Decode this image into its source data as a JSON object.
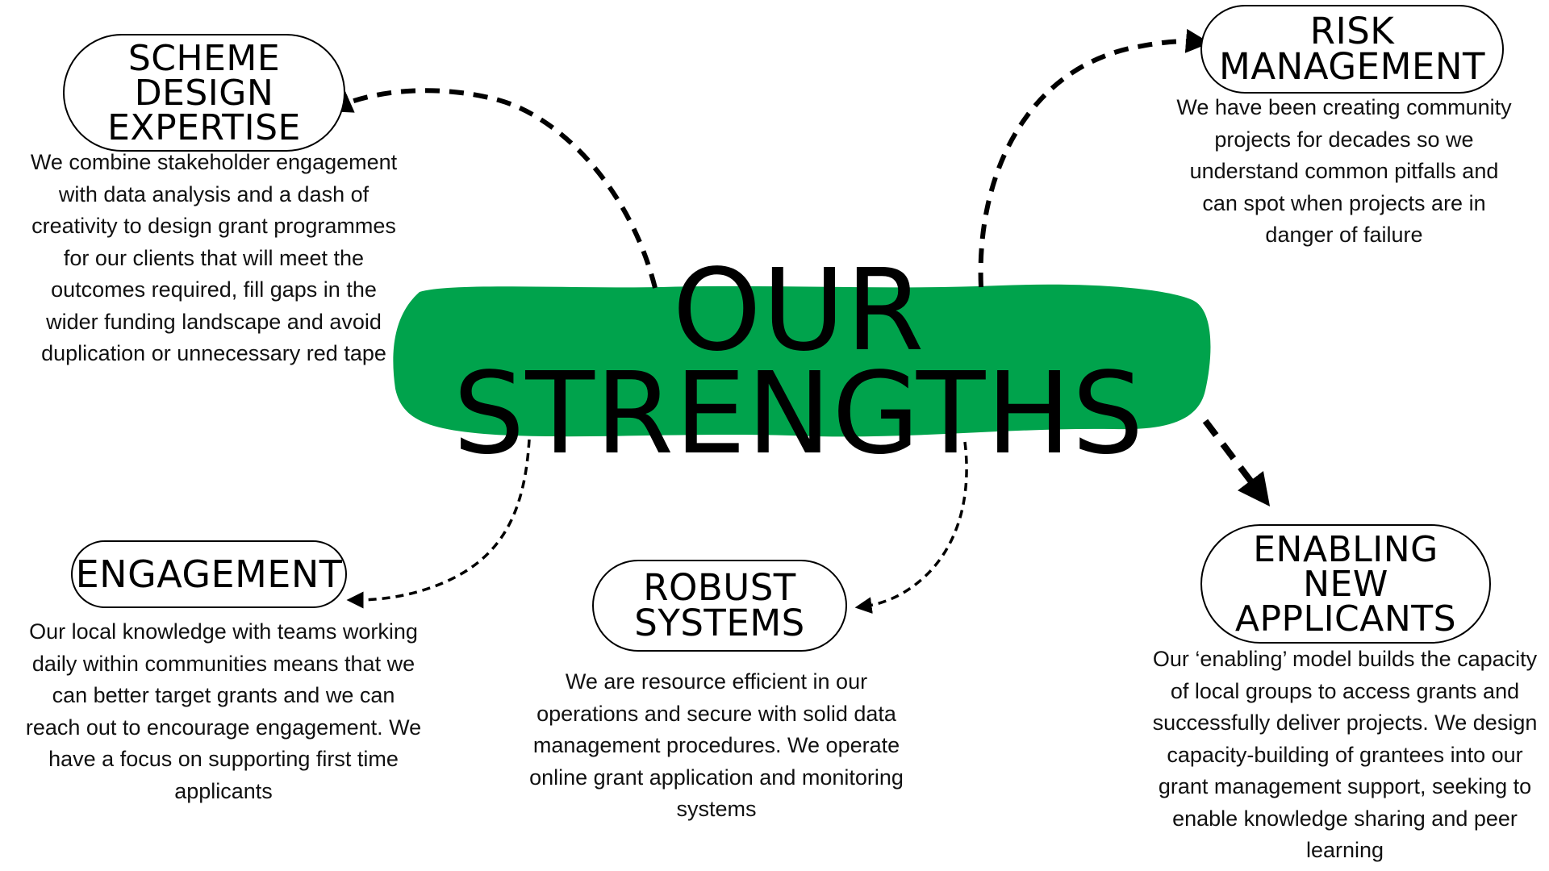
{
  "accent_color": "#00a34c",
  "title_lines": [
    "OUR",
    "STRENGTHS"
  ],
  "nodes": {
    "scheme": {
      "title_lines": [
        "SCHEME",
        "DESIGN",
        "EXPERTISE"
      ],
      "description": "We combine stakeholder engagement with data analysis and a dash of creativity to design grant programmes for our clients that will meet the outcomes required, fill gaps in the wider funding landscape and avoid duplication or unnecessary red tape"
    },
    "risk": {
      "title_lines": [
        "RISK",
        "MANAGEMENT"
      ],
      "description": "We have been creating community projects for decades so we understand common pitfalls and can spot when projects are in danger of failure"
    },
    "engagement": {
      "title_lines": [
        "ENGAGEMENT"
      ],
      "description": "Our local knowledge with teams working daily within communities means that we can better target grants and we can reach out to encourage engagement. We have a focus on supporting first time applicants"
    },
    "robust": {
      "title_lines": [
        "ROBUST",
        "SYSTEMS"
      ],
      "description": "We are resource efficient in our operations and secure with solid data management procedures. We operate online grant application and monitoring systems"
    },
    "enabling": {
      "title_lines": [
        "ENABLING",
        "NEW",
        "APPLICANTS"
      ],
      "description": "Our ‘enabling’ model builds the capacity of local groups to access grants and successfully deliver projects. We design capacity-building of grantees into our grant management support, seeking to enable knowledge sharing and peer learning"
    }
  }
}
